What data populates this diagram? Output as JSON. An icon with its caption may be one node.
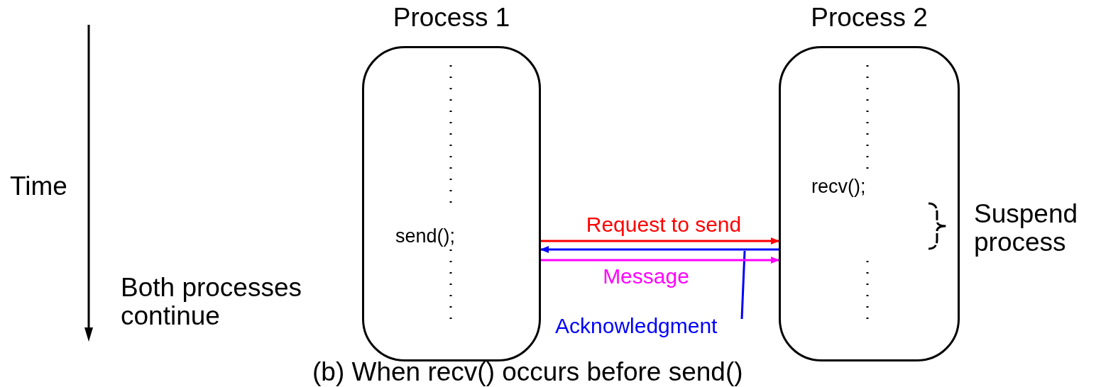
{
  "diagram": {
    "caption": "(b) When recv() occurs before send()",
    "nodes": [
      {
        "text": [
          "Process 1",
          "send();"
        ]
      },
      {
        "text": [
          "Process 2",
          "recv();"
        ]
      }
    ],
    "edges": [
      {
        "from": 0,
        "to": 1,
        "arrow": "to",
        "label": "Request to send",
        "color": "#ff0000"
      },
      {
        "from": 1,
        "to": 0,
        "arrow": "to",
        "label": "Acknowledgment",
        "color": "#0000ff"
      },
      {
        "from": 0,
        "to": 1,
        "arrow": "to",
        "label": "Message",
        "color": "#ff00ff"
      }
    ],
    "labels": [
      "Time",
      "Suspend process",
      "Both processes continue"
    ]
  }
}
